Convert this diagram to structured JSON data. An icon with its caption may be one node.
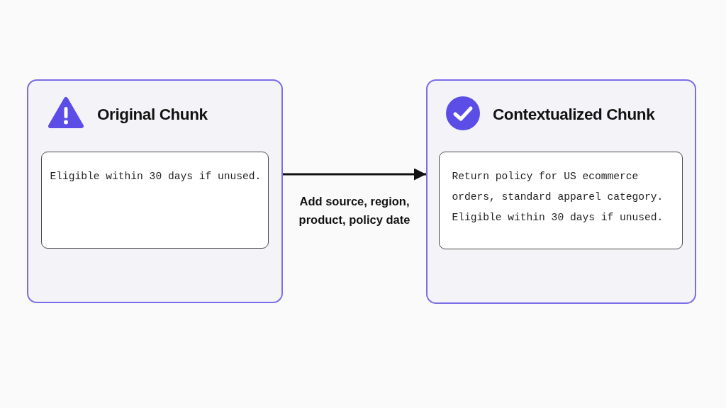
{
  "diagram": {
    "nodes": [
      {
        "text": [
          "Original Chunk"
        ]
      },
      {
        "text": [
          "Eligible within 30 days if unused."
        ],
        "in": 0
      },
      {
        "text": [
          "Contextualized Chunk"
        ]
      },
      {
        "text": [
          "Return policy for US ecommerce orders, standard apparel category. Eligible within 30 days if unused."
        ],
        "in": 2
      }
    ],
    "edges": [
      {
        "from": 0,
        "to": 2,
        "arrow": "to",
        "label": "Add source, region, product, policy date"
      }
    ]
  }
}
